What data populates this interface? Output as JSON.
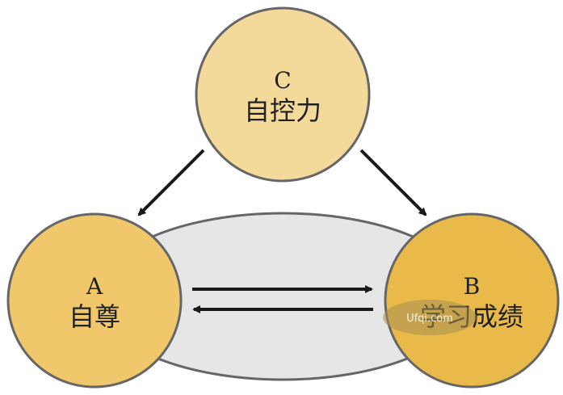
{
  "diagram": {
    "node_c": {
      "letter": "C",
      "label": "自控力",
      "fill": "#f3d99a"
    },
    "node_a": {
      "letter": "A",
      "label": "自尊",
      "fill": "#f0c86b"
    },
    "node_b": {
      "letter": "B",
      "label": "学习成绩",
      "fill": "#e9b94a"
    },
    "ellipse_fill": "#e6e6e6",
    "stroke_color": "#666666",
    "arrow_color": "#1a1a1a"
  },
  "watermark": {
    "text": "Ufqi.com"
  }
}
